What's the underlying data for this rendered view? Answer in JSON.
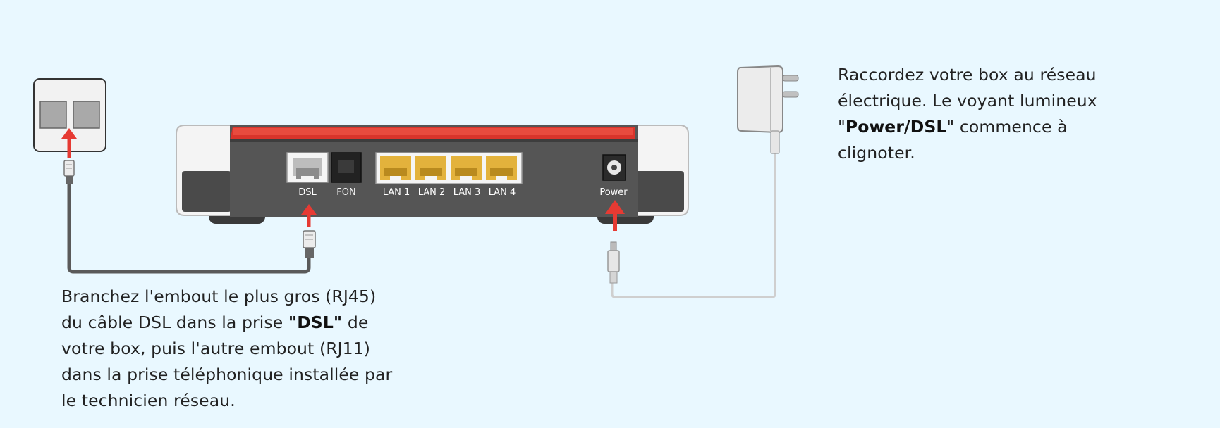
{
  "colors": {
    "background": "#e9f8ff",
    "router_body": "#555555",
    "router_stripe": "#d9342b",
    "arrow": "#e63a33",
    "lan_port": "#e3b23c",
    "dsl_cable": "#5a5a5a",
    "power_cable": "#cccccc"
  },
  "router": {
    "ports": {
      "dsl": "DSL",
      "fon": "FON",
      "lan1": "LAN 1",
      "lan2": "LAN 2",
      "lan3": "LAN 3",
      "lan4": "LAN 4",
      "power": "Power"
    }
  },
  "icons": {
    "wall_socket": "wall-socket-icon",
    "power_adapter": "power-adapter-icon",
    "rj45_plug": "rj45-plug-icon",
    "rj11_plug": "rj11-plug-icon",
    "dc_plug": "dc-plug-icon",
    "arrow": "arrow-up-icon"
  },
  "instructions": {
    "dsl": {
      "line1": "Branchez l'embout le plus gros (RJ45)",
      "line2_pre": "du câble DSL dans la prise ",
      "line2_bold": "\"DSL\"",
      "line2_post": " de",
      "line3": "votre box, puis l'autre embout (RJ11)",
      "line4": "dans la prise téléphonique installée par",
      "line5": "le technicien réseau."
    },
    "power": {
      "line1": "Raccordez votre box au réseau",
      "line2": "électrique. Le voyant lumineux",
      "line3_pre": "\"",
      "line3_bold": "Power/DSL",
      "line3_post": "\" commence  à",
      "line4": "clignoter."
    }
  }
}
